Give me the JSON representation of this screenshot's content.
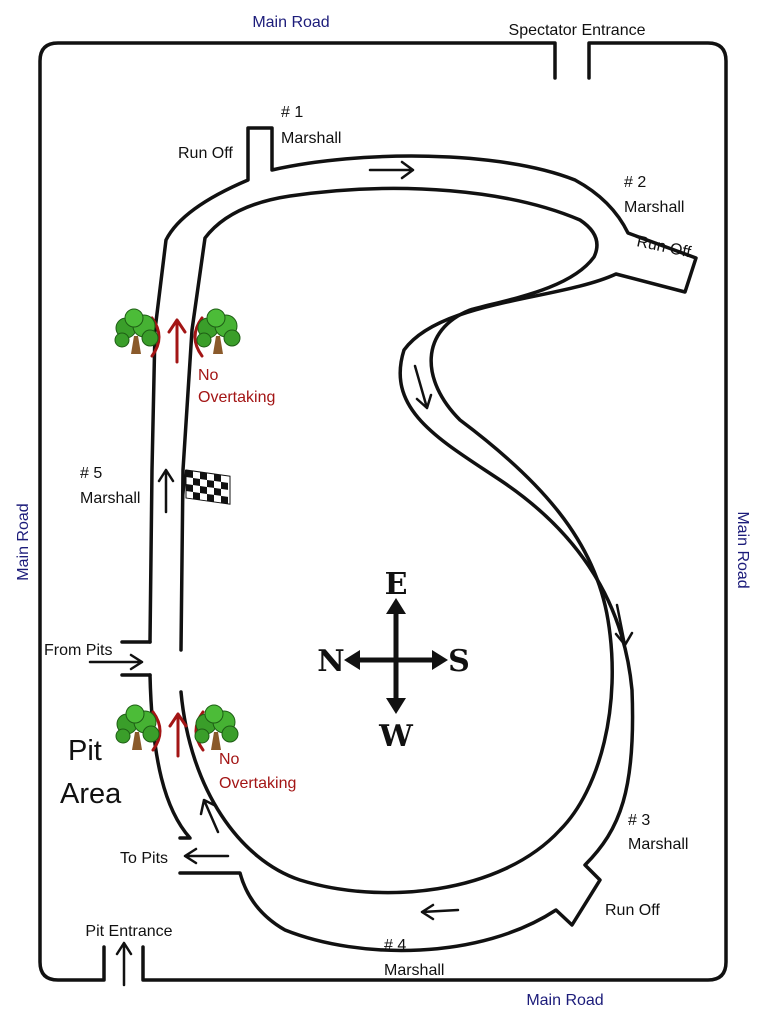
{
  "roads": {
    "top": "Main Road",
    "left": "Main Road",
    "right": "Main Road",
    "bottom": "Main Road"
  },
  "spectator_entrance": "Spectator Entrance",
  "marshall_posts": [
    {
      "number": "# 1",
      "label": "Marshall"
    },
    {
      "number": "# 2",
      "label": "Marshall"
    },
    {
      "number": "# 3",
      "label": "Marshall"
    },
    {
      "number": "# 4",
      "label": "Marshall"
    },
    {
      "number": "# 5",
      "label": "Marshall"
    }
  ],
  "run_off": [
    "Run Off",
    "Run Off",
    "Run Off"
  ],
  "no_overtaking": [
    {
      "line1": "No",
      "line2": "Overtaking"
    },
    {
      "line1": "No",
      "line2": "Overtaking"
    }
  ],
  "pits": {
    "from_pits": "From Pits",
    "to_pits": "To Pits",
    "pit_entrance": "Pit Entrance",
    "pit_area_line1": "Pit",
    "pit_area_line2": "Area"
  },
  "compass": {
    "up": "E",
    "left": "N",
    "right": "S",
    "down": "W"
  },
  "colors": {
    "road_label": "#1c1c7a",
    "warning": "#a31515",
    "tree_canopy": "#3a9e2a",
    "tree_trunk": "#8a5a2b"
  }
}
